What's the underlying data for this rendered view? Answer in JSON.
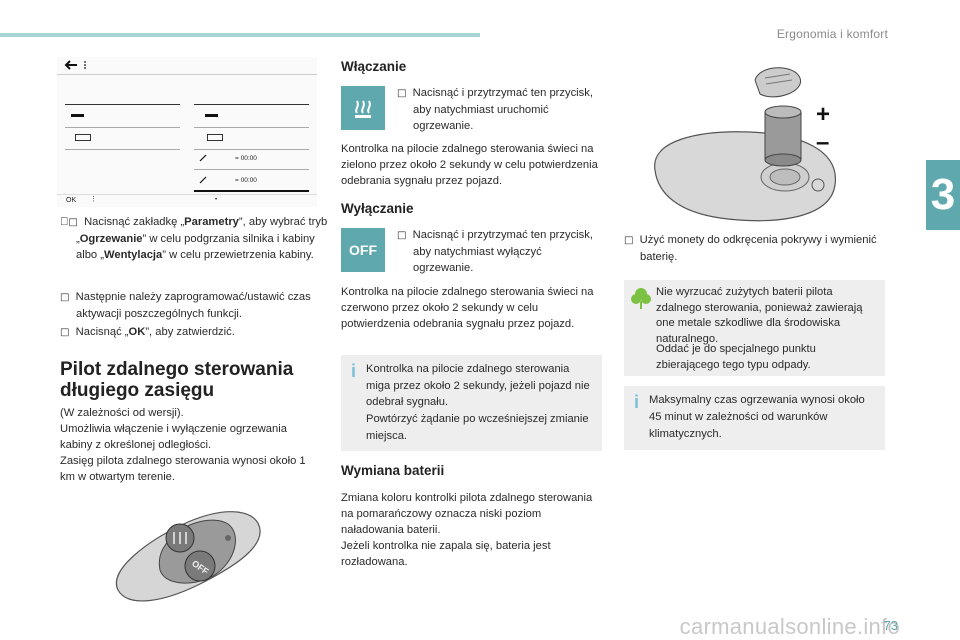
{
  "header": {
    "section": "Ergonomia i komfort",
    "chapter_number": "3"
  },
  "page_number": "73",
  "watermark": "carmanualsonline.info",
  "screen": {
    "time_1": "= 00:00",
    "time_2": "= 00:00",
    "ok_label": "OK",
    "dot": "•"
  },
  "left": {
    "b1_a": "Nacisnąć zakładkę „",
    "b1_b": "Parametry",
    "b1_c": "”, aby wybrać tryb „",
    "b1_d": "Ogrzewanie",
    "b1_e": "” w celu podgrzania silnika i kabiny albo „",
    "b1_f": "Wentylacja",
    "b1_g": "” w celu przewietrzenia kabiny.",
    "b2": "Następnie należy zaprogramować/ustawić czas aktywacji poszczególnych funkcji.",
    "b3_a": "Nacisnąć „",
    "b3_b": "OK",
    "b3_c": "”, aby zatwierdzić.",
    "heading": "Pilot zdalnego sterowania długiego zasięgu",
    "p1": "(W zależności od wersji).",
    "p2": "Umożliwia włączenie i wyłączenie ogrzewania kabiny z określonej odległości.",
    "p3": "Zasięg pilota zdalnego sterowania wynosi około 1 km w otwartym terenie.",
    "remote_off": "OFF"
  },
  "middle": {
    "h_on": "Włączanie",
    "on_bullet": "Nacisnąć i przytrzymać ten przycisk, aby natychmiast uruchomić ogrzewanie.",
    "on_para": "Kontrolka na pilocie zdalnego sterowania świeci na zielono przez około 2 sekundy w celu potwierdzenia odebrania sygnału przez pojazd.",
    "h_off": "Wyłączanie",
    "off_icon": "OFF",
    "off_bullet": "Nacisnąć i przytrzymać ten przycisk, aby natychmiast wyłączyć ogrzewanie.",
    "off_para": "Kontrolka na pilocie zdalnego sterowania świeci na czerwono przez około 2 sekundy w celu potwierdzenia odebrania sygnału przez pojazd.",
    "info1_a": "Kontrolka na pilocie zdalnego sterowania miga przez około 2 sekundy, jeżeli pojazd nie odebrał sygnału.",
    "info1_b": "Powtórzyć żądanie po wcześniejszej zmianie miejsca.",
    "h_batt": "Wymiana baterii",
    "batt_p1": "Zmiana koloru kontrolki pilota zdalnego sterowania na pomarańczowy oznacza niski poziom naładowania baterii.",
    "batt_p2": "Jeżeli kontrolka nie zapala się, bateria jest rozładowana."
  },
  "right": {
    "plus": "+",
    "minus": "–",
    "bullet": "Użyć monety do odkręcenia pokrywy i wymienić baterię.",
    "eco_a": "Nie wyrzucać zużytych baterii pilota zdalnego sterowania, ponieważ zawierają one metale szkodliwe dla środowiska naturalnego.",
    "eco_b": "Oddać je do specjalnego punktu zbierającego tego typu odpady.",
    "info2": "Maksymalny czas ogrzewania wynosi około 45 minut w zależności od warunków klimatycznych."
  }
}
